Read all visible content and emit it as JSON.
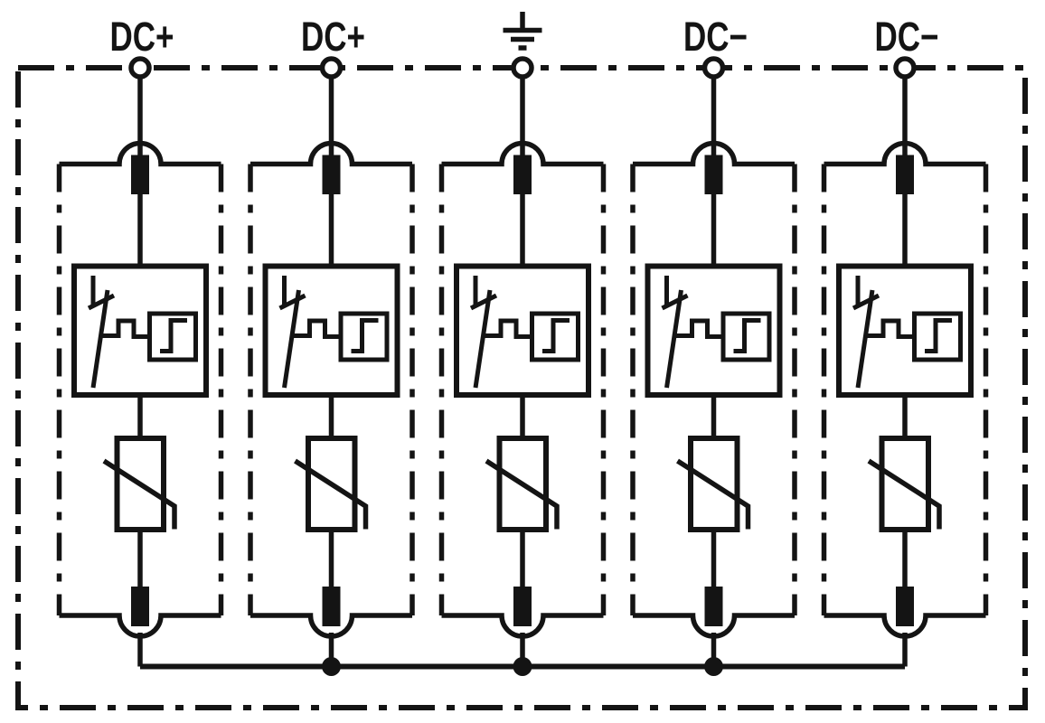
{
  "diagram": {
    "kind": "circuit-schematic",
    "colors": {
      "line": "#141414",
      "background": "#ffffff"
    },
    "terminals": [
      {
        "label": "DC+",
        "type": "dc-plus"
      },
      {
        "label": "DC+",
        "type": "dc-plus"
      },
      {
        "label": "",
        "type": "earth",
        "icon": "earth-ground-icon"
      },
      {
        "label": "DC−",
        "type": "dc-minus"
      },
      {
        "label": "DC−",
        "type": "dc-minus"
      }
    ],
    "branch_count": 5,
    "junction_dot_count": 3
  }
}
